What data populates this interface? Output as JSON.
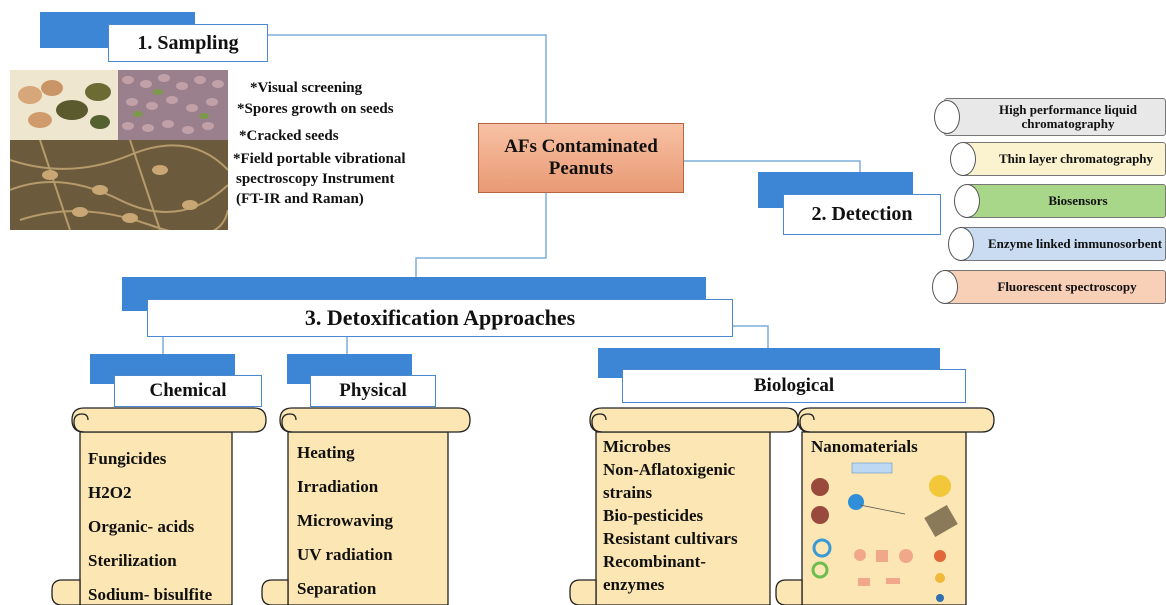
{
  "title": "AFs Contaminated",
  "title_line2": "Peanuts",
  "sampling": {
    "heading": "1. Sampling",
    "bullets": [
      "*Visual screening",
      "*Spores growth on seeds",
      "*Cracked seeds",
      "*Field portable vibrational",
      "spectroscopy Instrument",
      "(FT-IR and Raman)"
    ]
  },
  "detection": {
    "heading": "2. Detection",
    "methods": [
      {
        "line1": "High performance liquid",
        "line2": "chromatography",
        "color": "#e8e8e8"
      },
      {
        "line1": "Thin layer chromatography",
        "line2": "",
        "color": "#fbf3cf"
      },
      {
        "line1": "Biosensors",
        "line2": "",
        "color": "#a9d78a"
      },
      {
        "line1": "Enzyme linked immunosorbent",
        "line2": "",
        "color": "#c9dcf2"
      },
      {
        "line1": "Fluorescent spectroscopy",
        "line2": "",
        "color": "#f8cfb7"
      }
    ]
  },
  "detox": {
    "heading": "3. Detoxification Approaches",
    "chemical": {
      "heading": "Chemical",
      "items": [
        "Fungicides",
        "H2O2",
        "Organic- acids",
        "Sterilization",
        "Sodium- bisulfite"
      ]
    },
    "physical": {
      "heading": "Physical",
      "items": [
        "Heating",
        "Irradiation",
        "Microwaving",
        "UV radiation",
        "Separation"
      ]
    },
    "biological": {
      "heading": "Biological",
      "microbes_items": [
        "Microbes",
        "Non-Aflatoxigenic",
        "strains",
        "Bio-pesticides",
        "Resistant cultivars",
        "Recombinant-",
        "enzymes"
      ],
      "nano_heading": "Nanomaterials"
    }
  },
  "colors": {
    "accent_blue": "#3d86d6",
    "center_box": "#f0a882",
    "scroll_fill": "#fbe6b4"
  }
}
